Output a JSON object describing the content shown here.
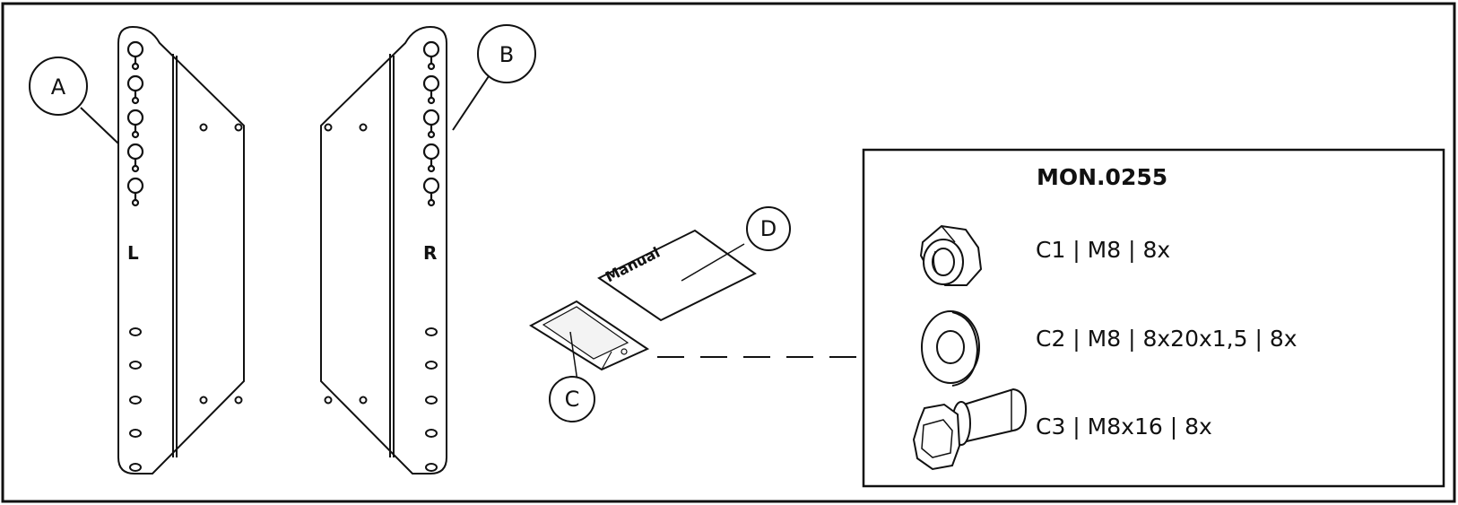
{
  "callouts": {
    "a": "A",
    "b": "B",
    "c": "C",
    "d": "D"
  },
  "brackets": {
    "left_mark": "L",
    "right_mark": "R"
  },
  "manual": {
    "label": "Manual"
  },
  "hardware": {
    "title": "MON.0255",
    "items": [
      {
        "spec": "C1 | M8 | 8x",
        "icon": "hex-nut-icon"
      },
      {
        "spec": "C2 | M8 | 8x20x1,5 | 8x",
        "icon": "washer-icon"
      },
      {
        "spec": "C3 | M8x16 | 8x",
        "icon": "hex-bolt-icon"
      }
    ]
  }
}
